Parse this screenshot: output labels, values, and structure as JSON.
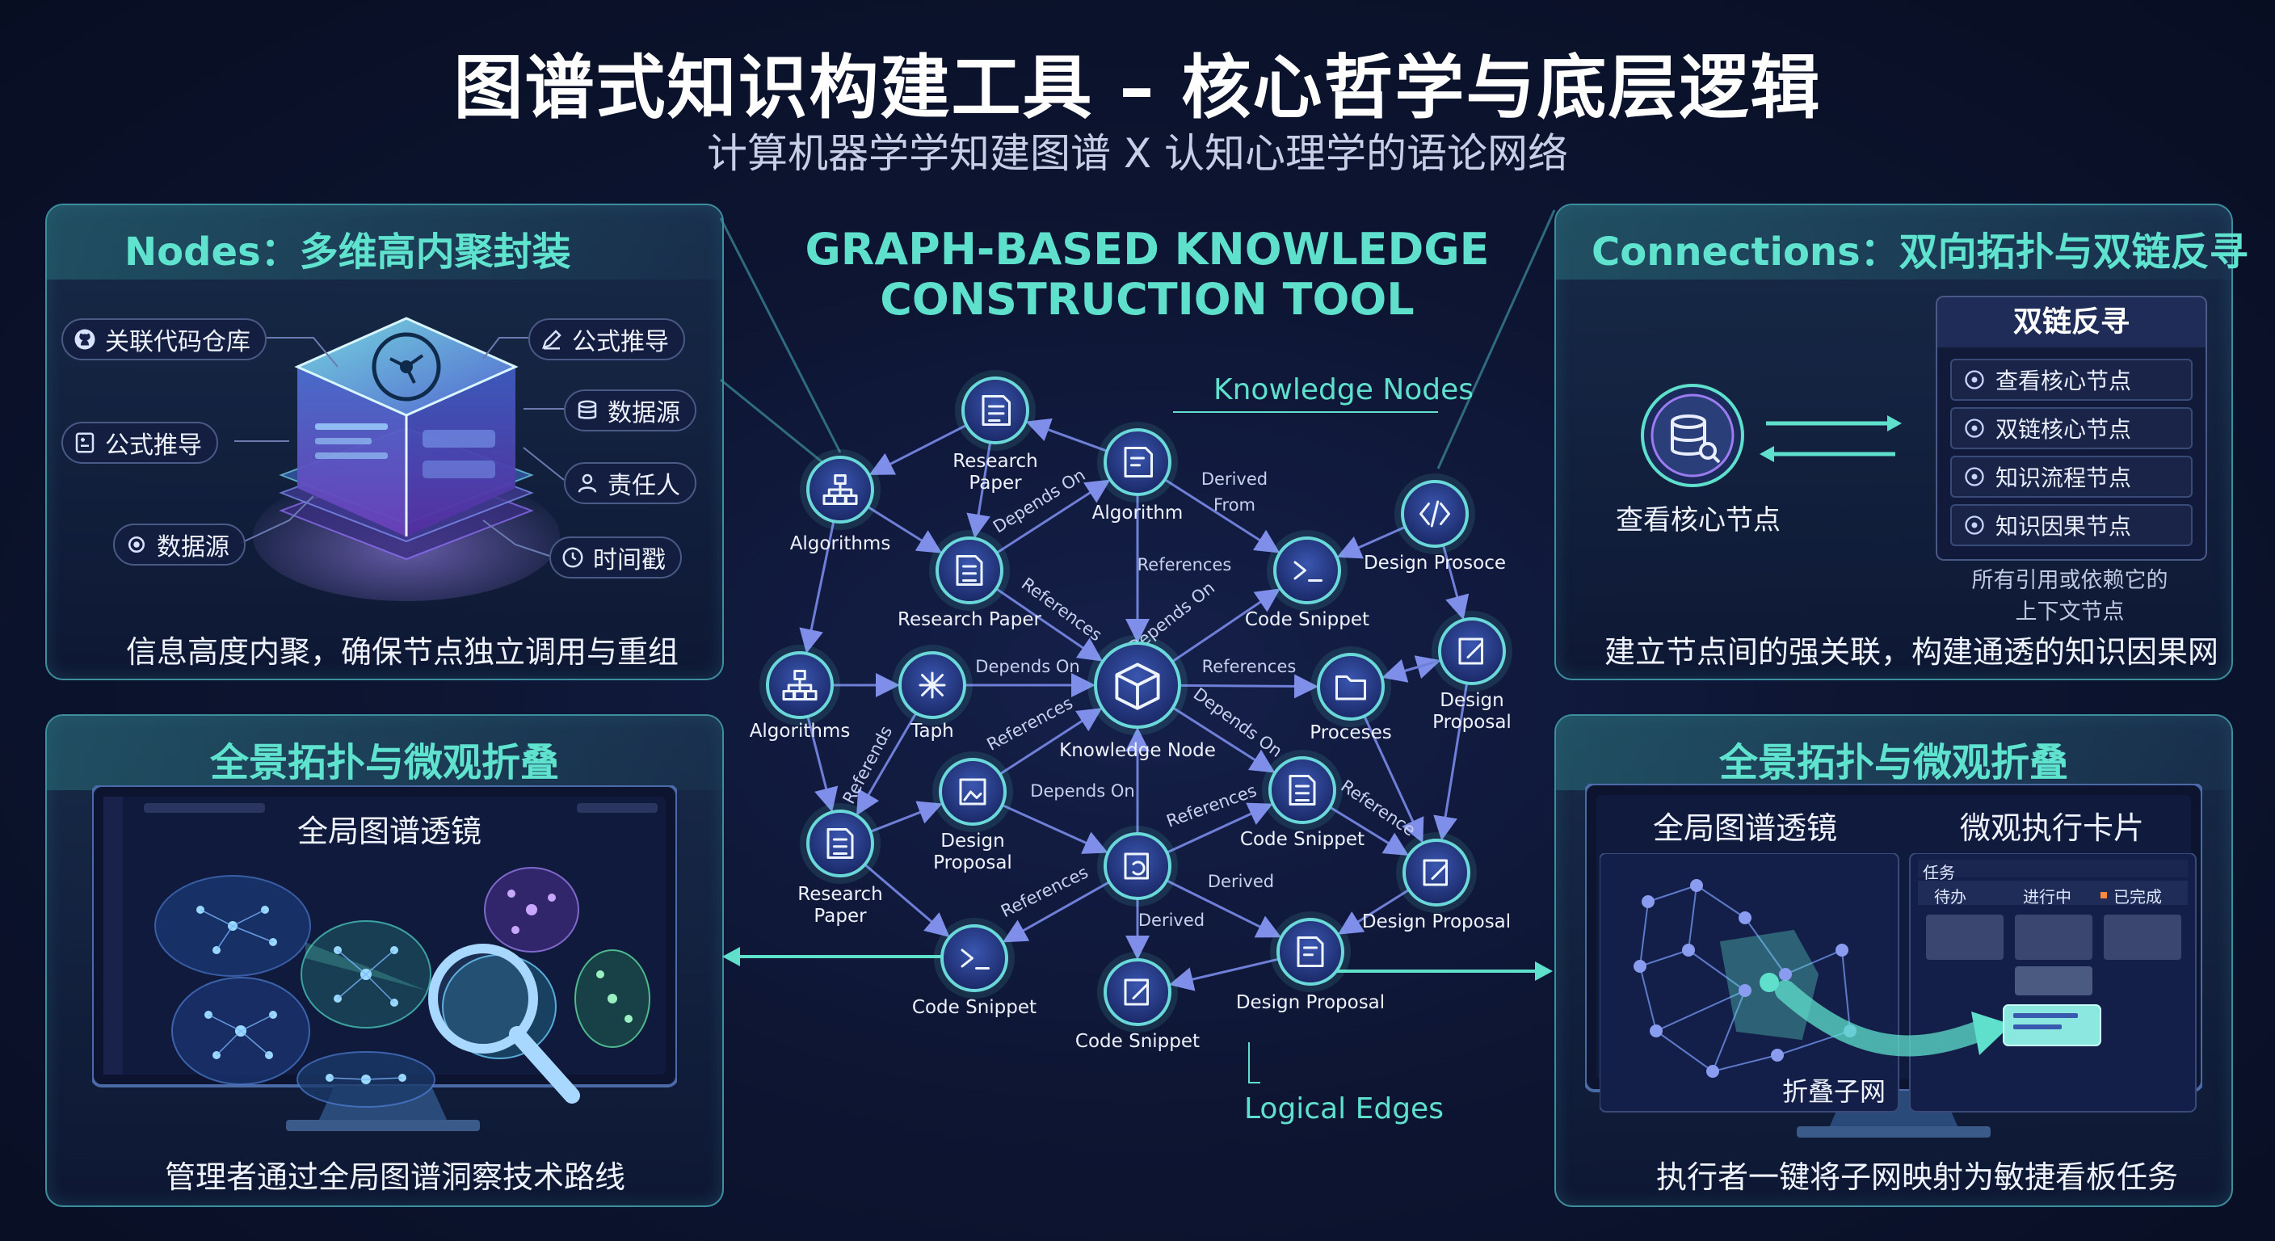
{
  "header": {
    "title": "图谱式知识构建工具 – 核心哲学与底层逻辑",
    "subtitle": "计算机器学学知建图谱 X 认知心理学的语论网络"
  },
  "panels": {
    "nodes": {
      "heading": "Nodes：多维高内聚封装",
      "caption": "信息高度内聚，确保节点独立调用与重组",
      "tags": [
        "关联代码仓库",
        "公式推导",
        "数据源",
        "公式推导",
        "数据源",
        "责任人",
        "时间戳"
      ]
    },
    "connections": {
      "heading": "Connections：双向拓扑与双链反寻",
      "core_label": "查看核心节点",
      "box_title": "双链反寻",
      "box_items": [
        "查看核心节点",
        "双链核心节点",
        "知识流程节点",
        "知识因果节点"
      ],
      "note_line1": "所有引用或依赖它的",
      "note_line2": "上下文节点",
      "caption": "建立节点间的强关联，构建通透的知识因果网"
    },
    "panorama_left": {
      "heading": "全景拓扑与微观折叠",
      "screen_title": "全局图谱透镜",
      "caption": "管理者通过全局图谱洞察技术路线"
    },
    "panorama_right": {
      "heading": "全景拓扑与微观折叠",
      "left_title": "全局图谱透镜",
      "right_title": "微观执行卡片",
      "fold_label": "折叠子网",
      "kanban_title": "任务",
      "kanban_cols": [
        "待办",
        "进行中",
        "已完成"
      ],
      "caption": "执行者一键将子网映射为敏捷看板任务"
    }
  },
  "center": {
    "title_line1": "GRAPH-BASED KNOWLEDGE",
    "title_line2": "CONSTRUCTION TOOL",
    "knowledge_nodes_label": "Knowledge Nodes",
    "logical_edges_label": "Logical Edges",
    "nodes": [
      {
        "id": "n1",
        "label": "Research",
        "label2": "Paper",
        "icon": "research-paper-icon"
      },
      {
        "id": "n2",
        "label": "Algorithm",
        "icon": "document-search-icon"
      },
      {
        "id": "n3",
        "label": "Algorithms",
        "icon": "hierarchy-icon"
      },
      {
        "id": "n4",
        "label": "Research Paper",
        "icon": "document-icon"
      },
      {
        "id": "n5",
        "label": "Code Snippet",
        "icon": "terminal-icon"
      },
      {
        "id": "n6",
        "label": "Design Prosoce",
        "icon": "code-icon"
      },
      {
        "id": "n7",
        "label": "Algorithms",
        "icon": "hierarchy-icon"
      },
      {
        "id": "n8",
        "label": "Taph",
        "icon": "network-icon"
      },
      {
        "id": "n9",
        "label": "Knowledge Node",
        "icon": "cube-icon"
      },
      {
        "id": "n10",
        "label": "Proceses",
        "icon": "folder-icon"
      },
      {
        "id": "n11",
        "label": "Design",
        "label2": "Proposal",
        "icon": "edit-icon"
      },
      {
        "id": "n12",
        "label": "Research",
        "label2": "Paper",
        "icon": "document-icon"
      },
      {
        "id": "n13",
        "label": "Design",
        "label2": "Proposal",
        "icon": "image-edit-icon"
      },
      {
        "id": "n14",
        "label": "Code Snippet",
        "icon": "document-icon"
      },
      {
        "id": "n15",
        "label": "",
        "icon": "refresh-doc-icon"
      },
      {
        "id": "n16",
        "label": "Design Proposal",
        "icon": "edit-icon"
      },
      {
        "id": "n17",
        "label": "Code Snippet",
        "icon": "terminal-icon"
      },
      {
        "id": "n18",
        "label": "Code Snippet",
        "icon": "edit-icon"
      },
      {
        "id": "n19",
        "label": "Design Proposal",
        "icon": "document-settings-icon"
      }
    ],
    "edge_labels": [
      "Depends On",
      "Derived",
      "From",
      "References",
      "References",
      "Depends On",
      "Depends On",
      "References",
      "Depends On",
      "References",
      "Referends",
      "Depends On",
      "References",
      "Reference",
      "References",
      "Derived",
      "Derived"
    ]
  },
  "colors": {
    "teal": "#5fe0cc",
    "purple": "#9b7cf0",
    "node_ring": "#6d8bff",
    "edge": "#6f7fd8"
  }
}
